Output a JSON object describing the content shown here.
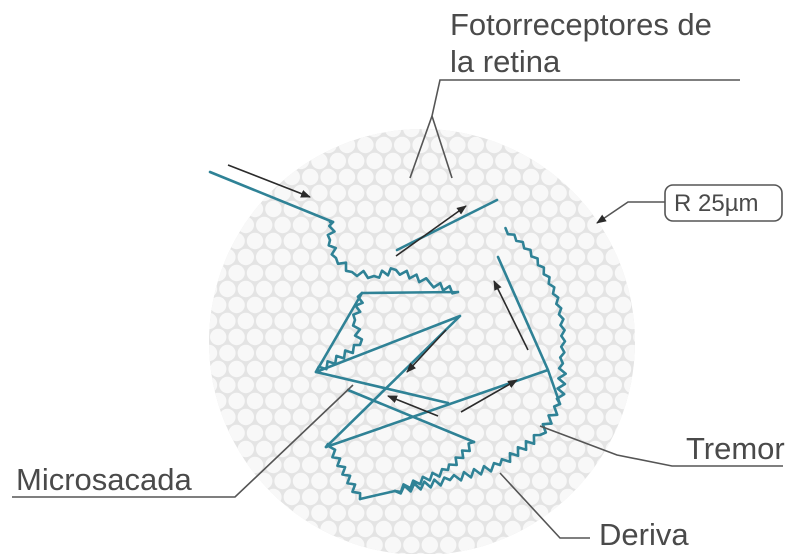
{
  "labels": {
    "photoreceptors_line1": "Fotorreceptores de",
    "photoreceptors_line2": "la retina",
    "radius": "R 25µm",
    "tremor": "Tremor",
    "microsaccade": "Microsacada",
    "drift": "Deriva"
  },
  "colors": {
    "disc": "#e4e4e4",
    "cell": "#f8f8f8",
    "path": "#2f8296",
    "leader": "#555555",
    "arrow": "#2b2b2b"
  }
}
